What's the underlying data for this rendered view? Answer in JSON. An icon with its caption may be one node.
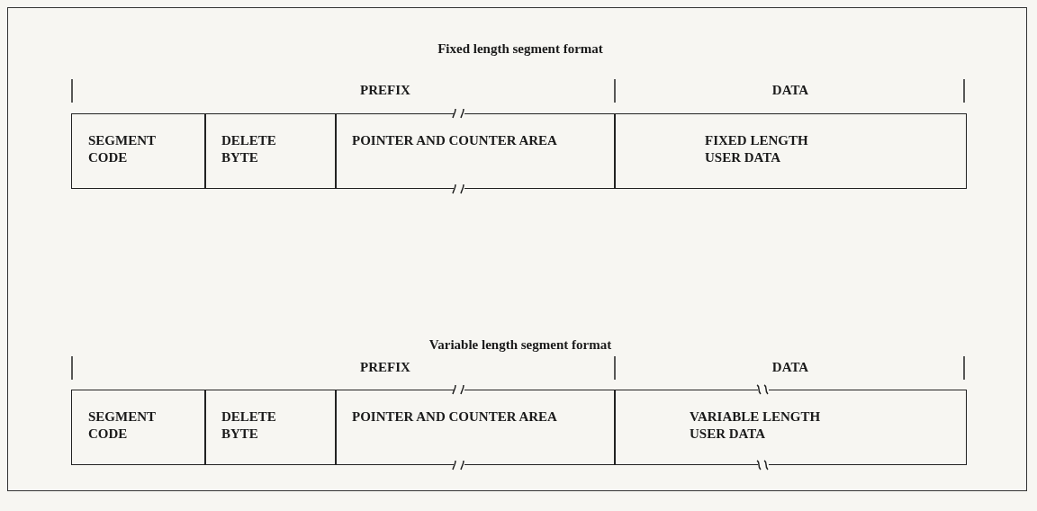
{
  "diagram": {
    "nodes": [
      {
        "text": [
          "SEGMENT CODE"
        ]
      },
      {
        "text": [
          "DELETE BYTE"
        ]
      },
      {
        "text": [
          "POINTER AND COUNTER AREA"
        ]
      },
      {
        "text": [
          "FIXED LENGTH USER DATA"
        ]
      },
      {
        "text": [
          "SEGMENT CODE"
        ]
      },
      {
        "text": [
          "DELETE BYTE"
        ]
      },
      {
        "text": [
          "POINTER AND COUNTER AREA"
        ]
      },
      {
        "text": [
          "VARIABLE LENGTH USER DATA"
        ]
      }
    ],
    "labels": [
      "Fixed length segment format",
      "PREFIX",
      "DATA",
      "Variable length segment format",
      "PREFIX",
      "DATA"
    ]
  }
}
